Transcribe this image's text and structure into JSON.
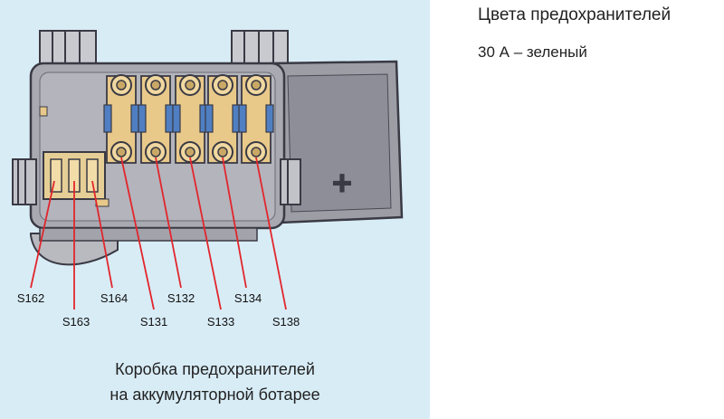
{
  "legend": {
    "title": "Цвета предохранителей",
    "items": [
      {
        "text": "30 А – зеленый",
        "color": "#2e9c3a"
      }
    ]
  },
  "caption": {
    "line1": "Коробка предохранителей",
    "line2": "на аккумуляторной ботарее"
  },
  "fuse_labels": [
    "S162",
    "S163",
    "S164",
    "S131",
    "S132",
    "S133",
    "S134",
    "S138"
  ],
  "plus_symbol": "+",
  "colors": {
    "panel_bg": "#d8ecf6",
    "box_body": "#a9a9b2",
    "box_outline": "#3a3a44",
    "fuse_gold": "#e8c98a",
    "fuse_blue": "#4f7fc2",
    "leader_red": "#e1262c"
  }
}
